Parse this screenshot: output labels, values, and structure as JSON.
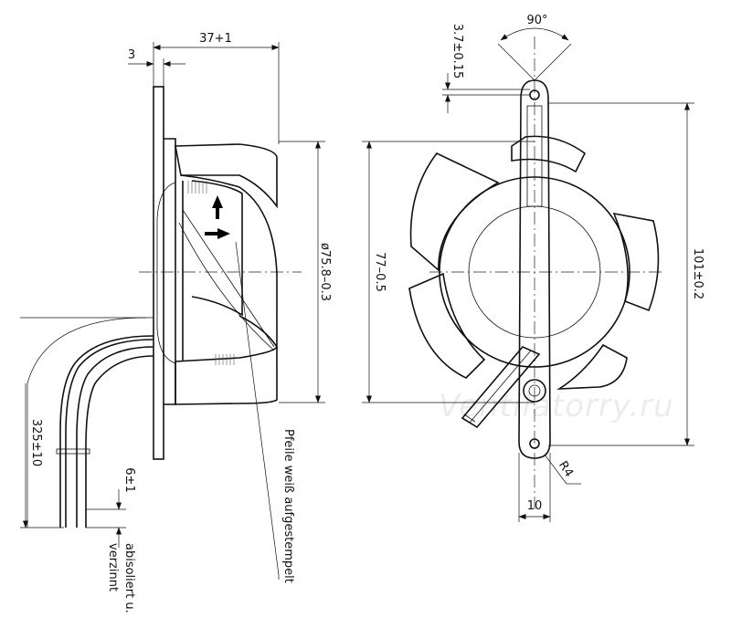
{
  "side_view": {
    "dim_depth": "37+1",
    "dim_flange": "3",
    "dim_diameter": "ø75.8–0.3",
    "dim_cable_length": "325±10",
    "dim_strip_length": "6±1",
    "note_strip": [
      "abisoliert u.",
      "verzinnt"
    ],
    "note_arrows": "Pfeile weiß aufgestempelt"
  },
  "front_view": {
    "dim_angle": "90°",
    "dim_hole_offset": "3.7±0.15",
    "dim_fan_diameter": "77–0.5",
    "dim_bracket_length": "101±0.2",
    "dim_radius": "R4",
    "dim_width": "10"
  },
  "watermark": "Ventilatorry.ru"
}
